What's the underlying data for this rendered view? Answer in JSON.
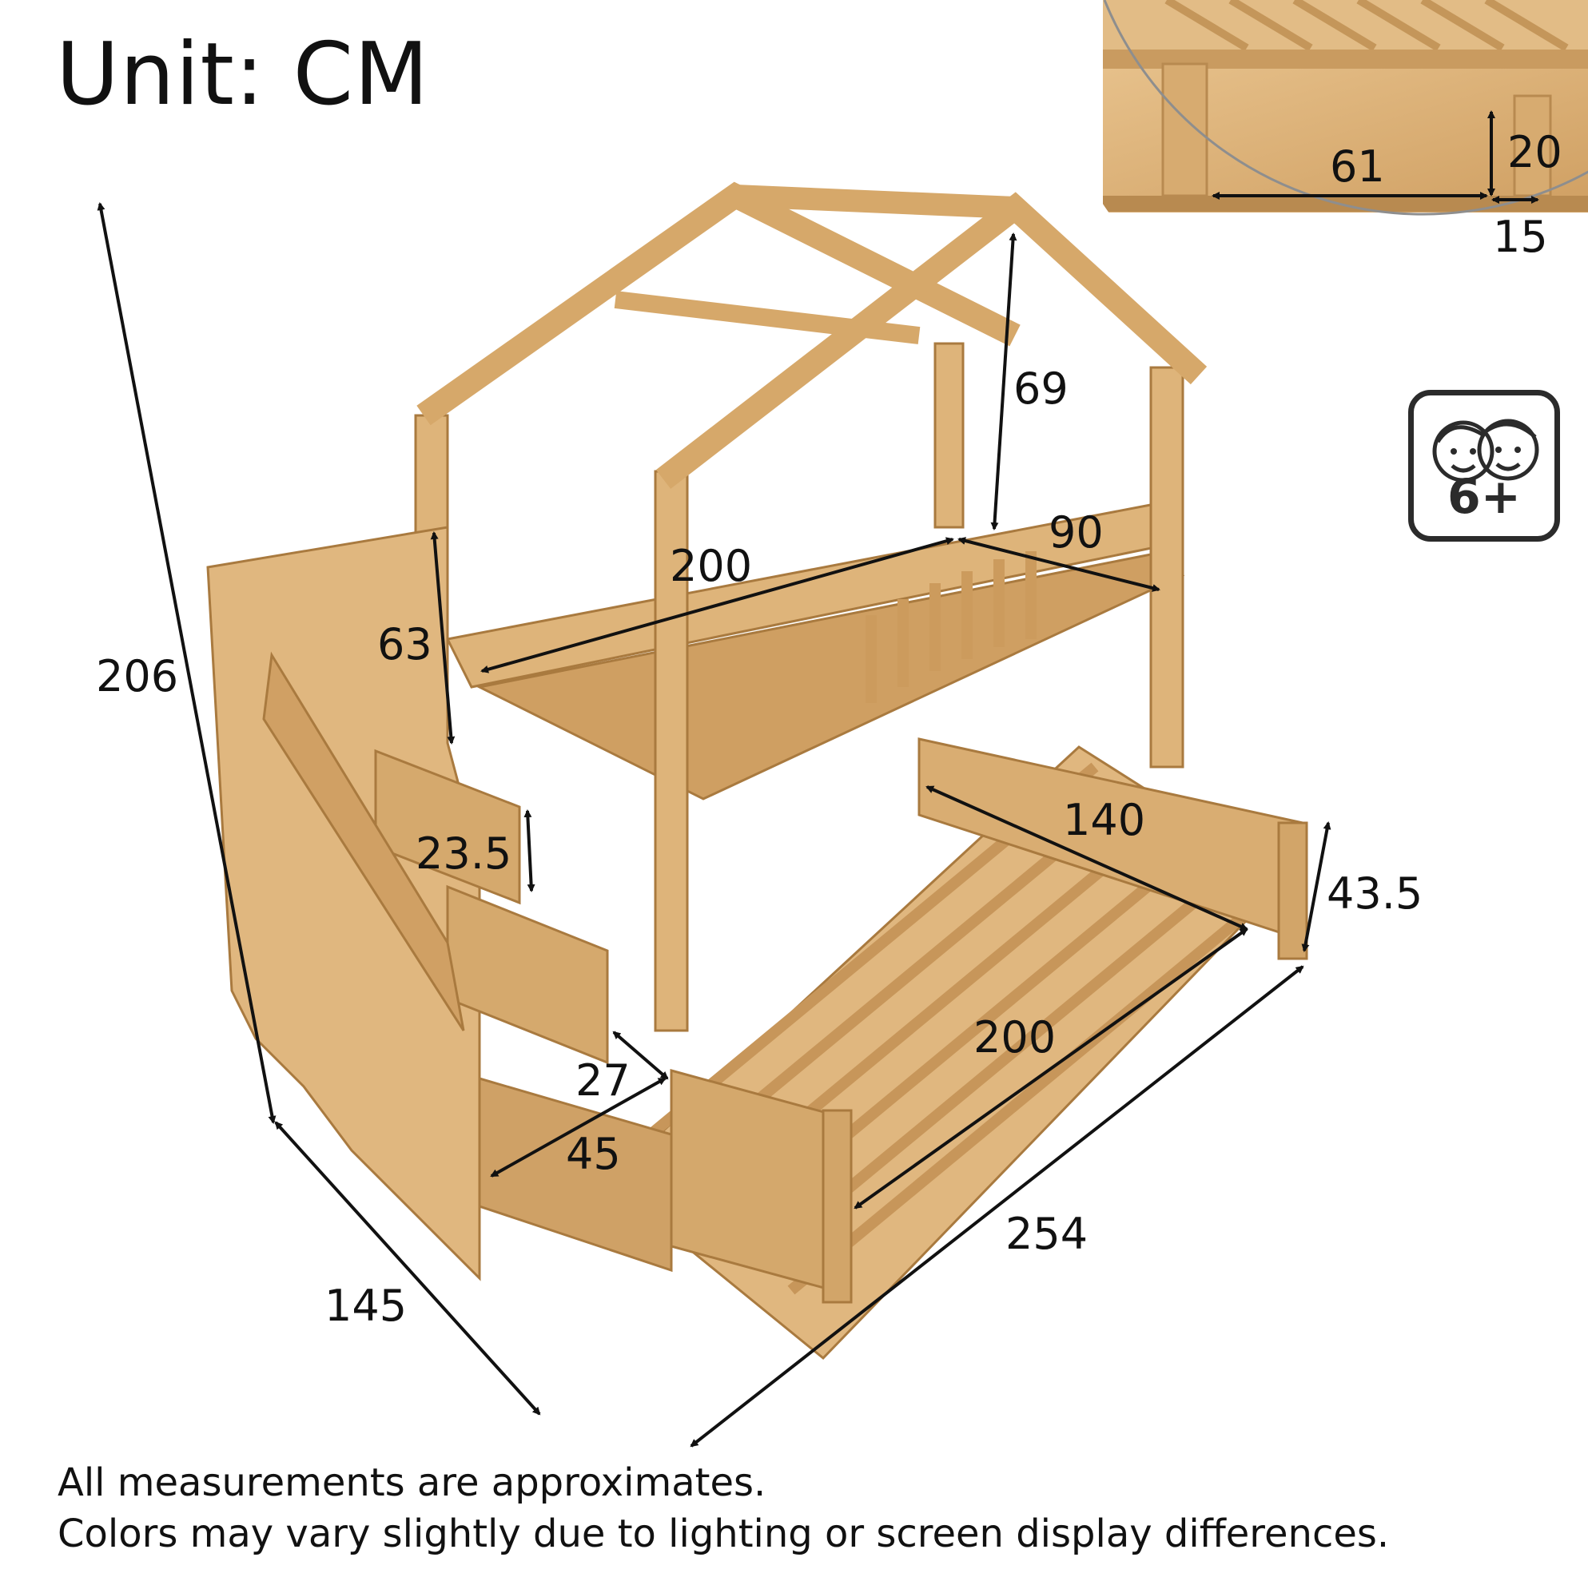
{
  "title": "Unit: CM",
  "dimensions": {
    "total_height": "206",
    "depth": "145",
    "total_length": "254",
    "stair_rail_height": "63",
    "step_height": "23.5",
    "step_depth": "27",
    "step_width": "45",
    "upper_length": "200",
    "upper_width": "90",
    "roof_height": "69",
    "lower_length": "200",
    "lower_width": "140",
    "lower_rail_height": "43.5",
    "shelf_length": "61",
    "shelf_height": "20",
    "shelf_depth": "15"
  },
  "age_badge": {
    "text": "6+",
    "icon": "two-children-faces-icon"
  },
  "notes": [
    "All measurements are approximates.",
    "Colors may vary slightly due to lighting or screen display differences."
  ],
  "colors": {
    "wood": "#d9b078",
    "wood_dark": "#b98a4e",
    "line": "#111111"
  }
}
